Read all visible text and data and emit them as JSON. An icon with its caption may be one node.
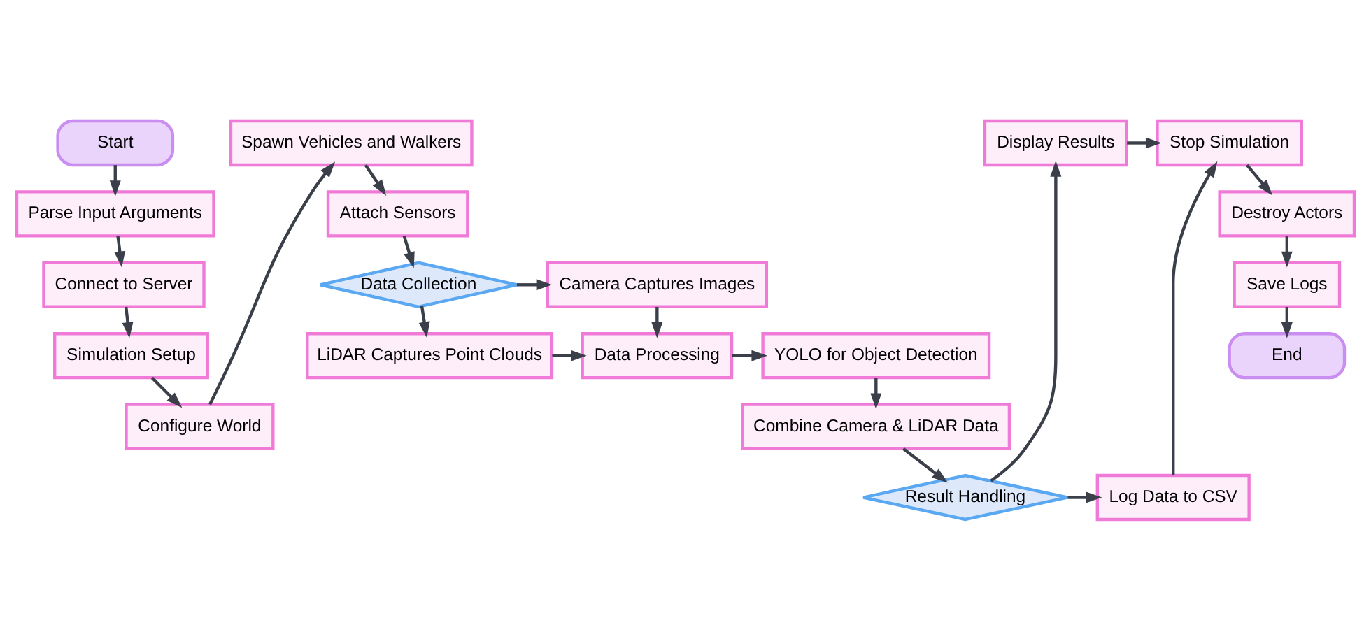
{
  "diagram": {
    "nodes": [
      {
        "text": [
          "Start"
        ]
      },
      {
        "text": [
          "Parse Input Arguments"
        ]
      },
      {
        "text": [
          "Connect to Server"
        ]
      },
      {
        "text": [
          "Simulation Setup"
        ]
      },
      {
        "text": [
          "Configure World"
        ]
      },
      {
        "text": [
          "Spawn Vehicles and Walkers"
        ]
      },
      {
        "text": [
          "Attach Sensors"
        ]
      },
      {
        "text": [
          "Data Collection"
        ]
      },
      {
        "text": [
          "Camera Captures Images"
        ]
      },
      {
        "text": [
          "LiDAR Captures Point Clouds"
        ]
      },
      {
        "text": [
          "Data Processing"
        ]
      },
      {
        "text": [
          "YOLO for Object Detection"
        ]
      },
      {
        "text": [
          "Combine Camera & LiDAR Data"
        ]
      },
      {
        "text": [
          "Result Handling"
        ]
      },
      {
        "text": [
          "Display Results"
        ]
      },
      {
        "text": [
          "Log Data to CSV"
        ]
      },
      {
        "text": [
          "Stop Simulation"
        ]
      },
      {
        "text": [
          "Destroy Actors"
        ]
      },
      {
        "text": [
          "Save Logs"
        ]
      },
      {
        "text": [
          "End"
        ]
      }
    ],
    "edges": [
      {
        "from": 0,
        "to": 1,
        "arrow": "to"
      },
      {
        "from": 1,
        "to": 2,
        "arrow": "to"
      },
      {
        "from": 2,
        "to": 3,
        "arrow": "to"
      },
      {
        "from": 3,
        "to": 4,
        "arrow": "to"
      },
      {
        "from": 4,
        "to": 5,
        "arrow": "to"
      },
      {
        "from": 5,
        "to": 6,
        "arrow": "to"
      },
      {
        "from": 6,
        "to": 7,
        "arrow": "to"
      },
      {
        "from": 7,
        "to": 8,
        "arrow": "to"
      },
      {
        "from": 7,
        "to": 9,
        "arrow": "to"
      },
      {
        "from": 8,
        "to": 10,
        "arrow": "to"
      },
      {
        "from": 9,
        "to": 10,
        "arrow": "to"
      },
      {
        "from": 10,
        "to": 11,
        "arrow": "to"
      },
      {
        "from": 11,
        "to": 12,
        "arrow": "to"
      },
      {
        "from": 12,
        "to": 13,
        "arrow": "to"
      },
      {
        "from": 13,
        "to": 14,
        "arrow": "to"
      },
      {
        "from": 13,
        "to": 15,
        "arrow": "to"
      },
      {
        "from": 14,
        "to": 16,
        "arrow": "to"
      },
      {
        "from": 15,
        "to": 16,
        "arrow": "to"
      },
      {
        "from": 16,
        "to": 17,
        "arrow": "to"
      },
      {
        "from": 17,
        "to": 18,
        "arrow": "to"
      },
      {
        "from": 18,
        "to": 19,
        "arrow": "to"
      }
    ]
  }
}
